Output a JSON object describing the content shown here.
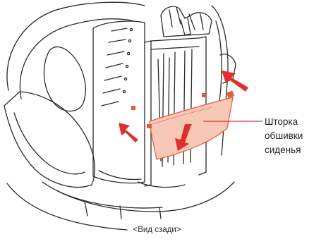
{
  "callout": {
    "lines": [
      "Шторка",
      "обшивки",
      "сиденья"
    ]
  },
  "caption": "<Вид сзади>",
  "colors": {
    "line": "#2a2a2a",
    "arrow": "#e0302c",
    "cover_fill": "#f6c8b5",
    "cover_edge": "#e25c3c",
    "leader": "#e0302c"
  },
  "icons": [
    "car-seat-outline",
    "seat-cover-flap",
    "push-arrow",
    "pull-down-arrow"
  ]
}
